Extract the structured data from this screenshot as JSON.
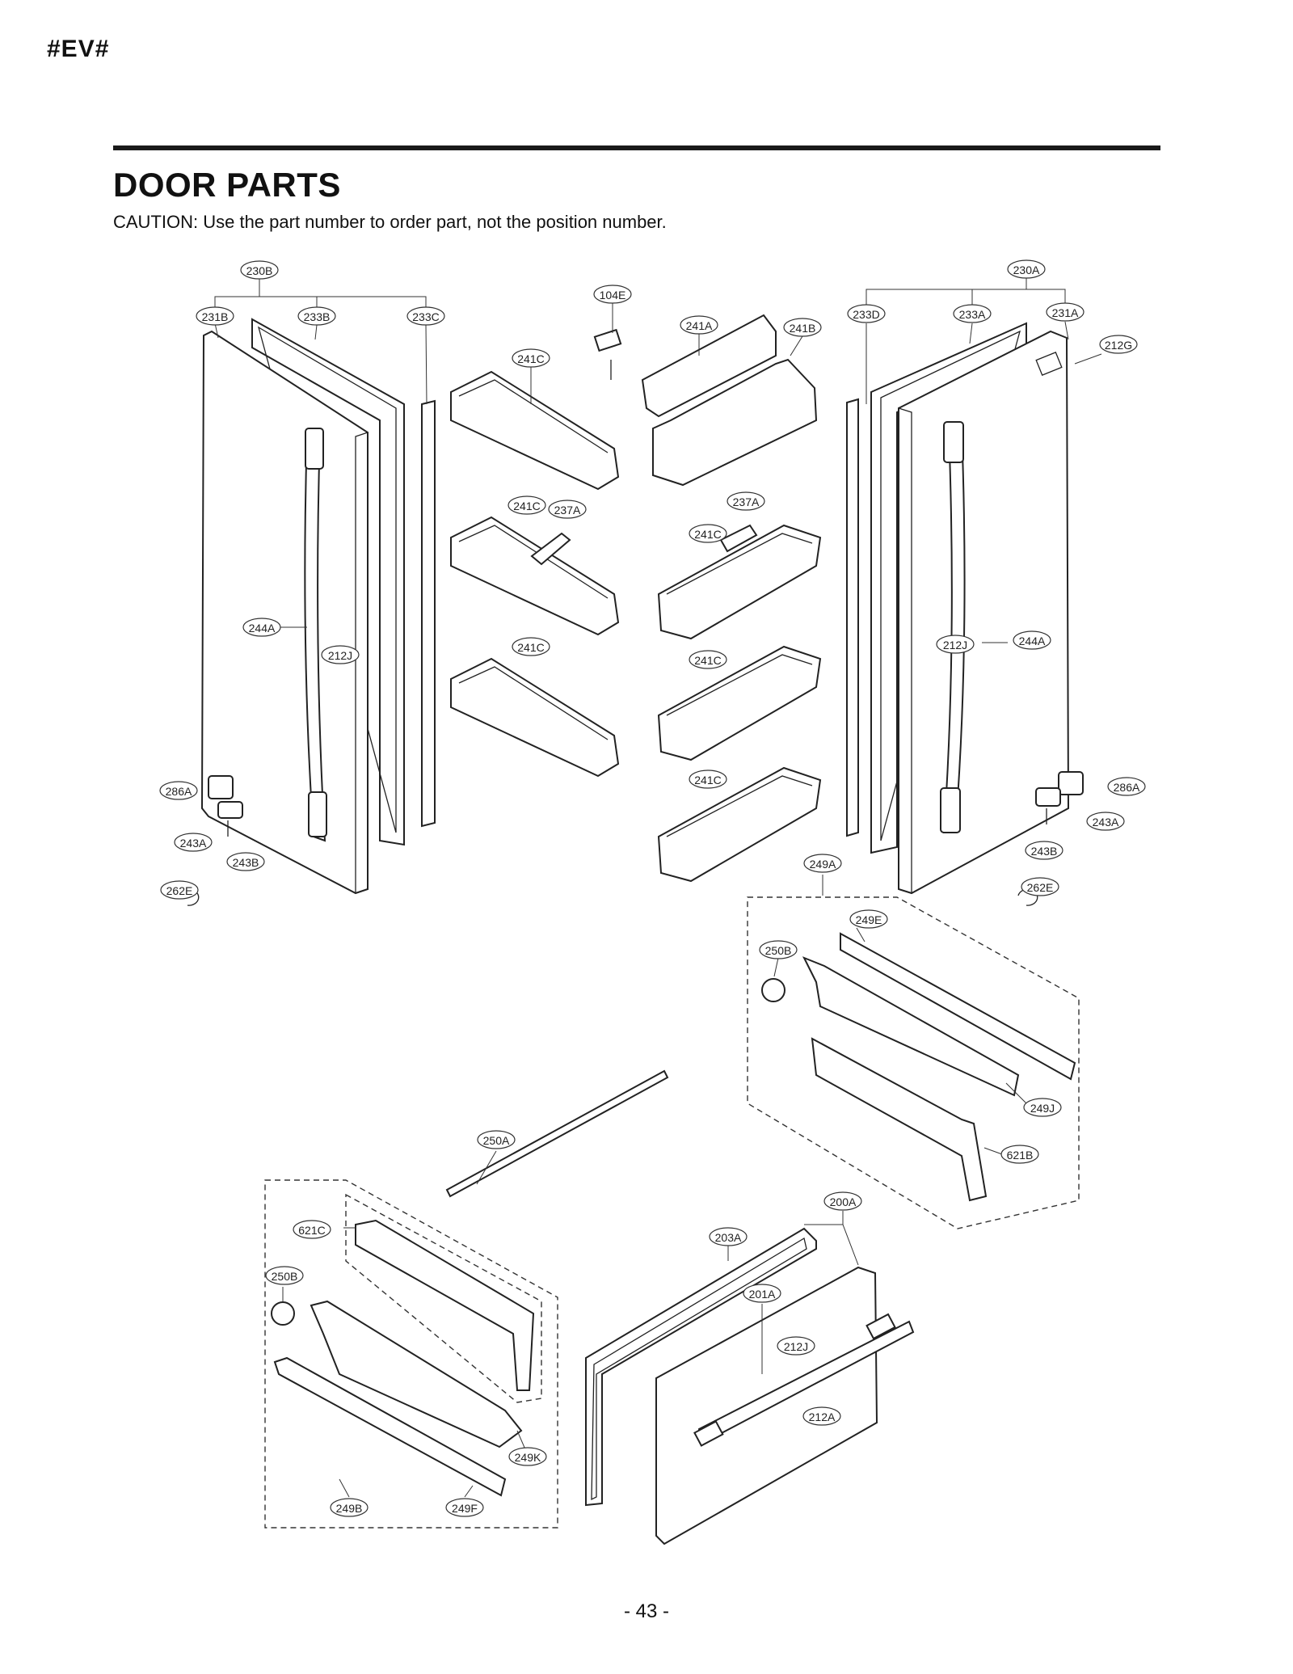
{
  "header": {
    "code": "#EV#",
    "title": "DOOR PARTS",
    "caution": "CAUTION: Use the part number to order part, not the position number."
  },
  "footer": {
    "page_number": "- 43 -"
  },
  "callouts": [
    "230B",
    "231B",
    "233B",
    "233C",
    "104E",
    "241A",
    "241B",
    "241C",
    "233D",
    "230A",
    "233A",
    "231A",
    "212G",
    "241C",
    "237A",
    "237A",
    "241C",
    "244A",
    "212J",
    "241C",
    "241C",
    "212J",
    "244A",
    "286A",
    "243A",
    "243B",
    "262E",
    "241C",
    "286A",
    "243A",
    "243B",
    "262E",
    "249A",
    "249E",
    "250B",
    "249J",
    "621B",
    "250A",
    "200A",
    "203A",
    "621C",
    "250B",
    "201A",
    "212J",
    "212A",
    "249K",
    "249B",
    "249F"
  ]
}
